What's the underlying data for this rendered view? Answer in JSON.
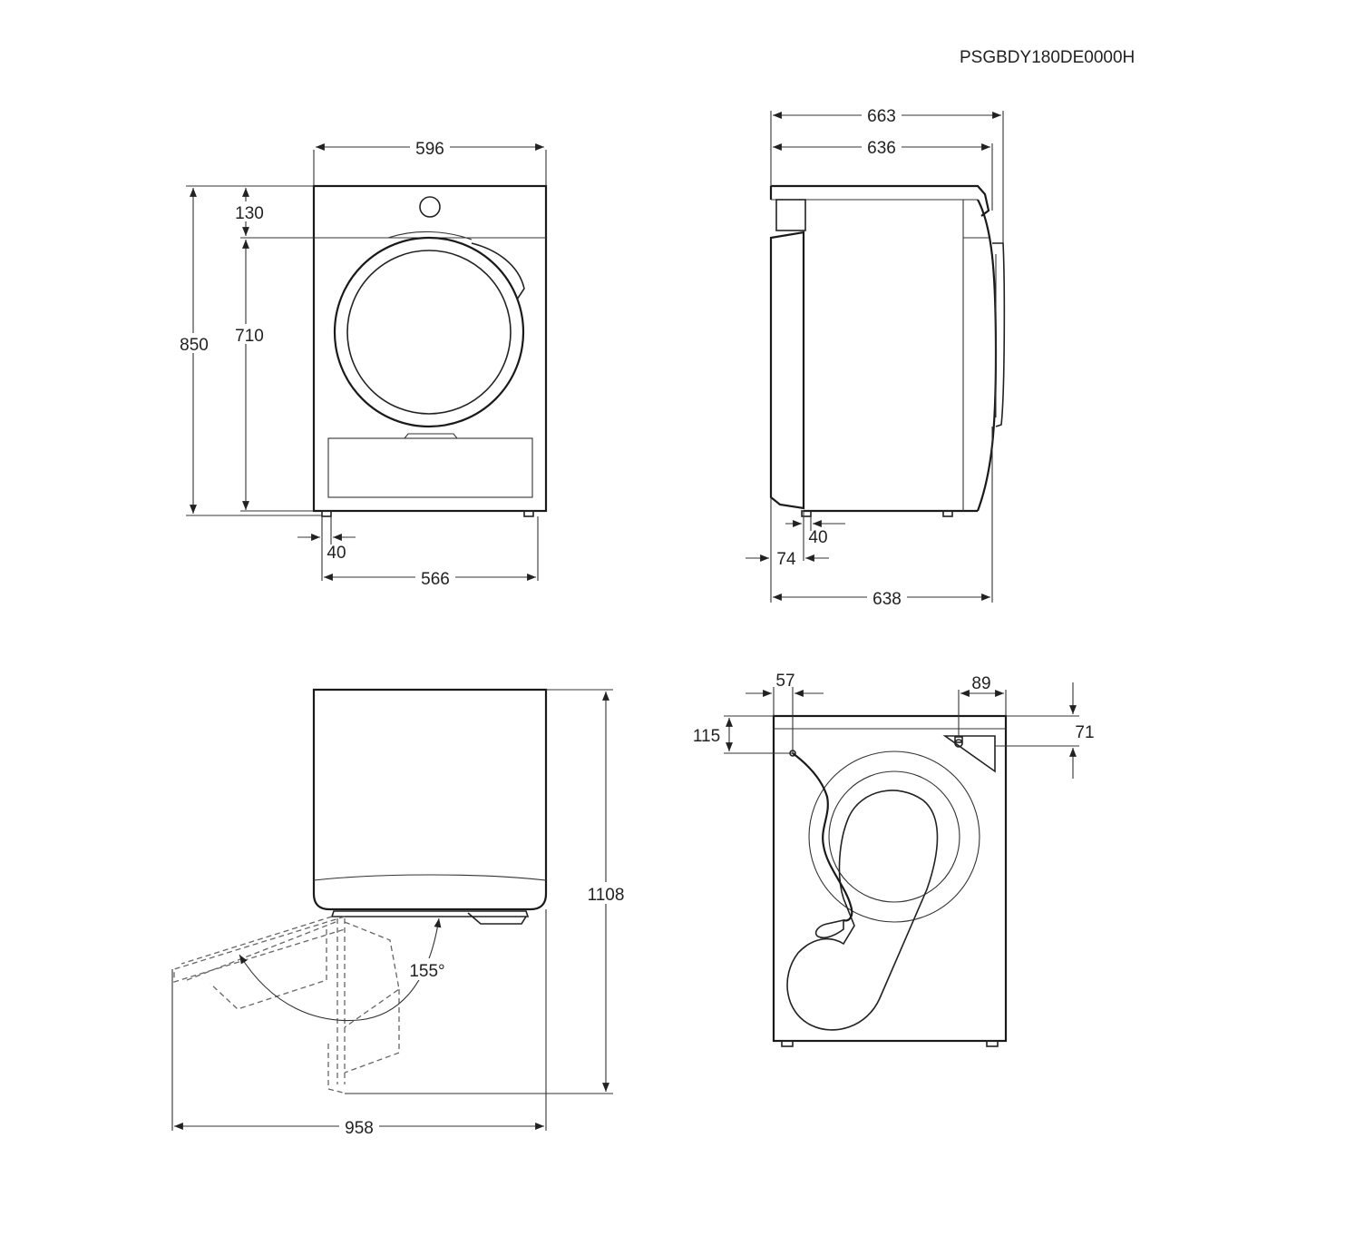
{
  "model_code": "PSGBDY180DE0000H",
  "front_view": {
    "width": "596",
    "height_total": "850",
    "top_panel": "130",
    "door_height": "710",
    "foot_offset": "40",
    "feet_span": "566"
  },
  "side_view": {
    "depth_door": "663",
    "depth_body": "636",
    "foot_offset": "40",
    "front_offset": "74",
    "depth_base": "638"
  },
  "top_view": {
    "door_angle": "155°",
    "total_height_open": "1108",
    "total_depth_open": "958"
  },
  "rear_view": {
    "cable_offset_x": "57",
    "cable_offset_y": "115",
    "outlet_offset_x": "89",
    "outlet_offset_y": "71"
  }
}
